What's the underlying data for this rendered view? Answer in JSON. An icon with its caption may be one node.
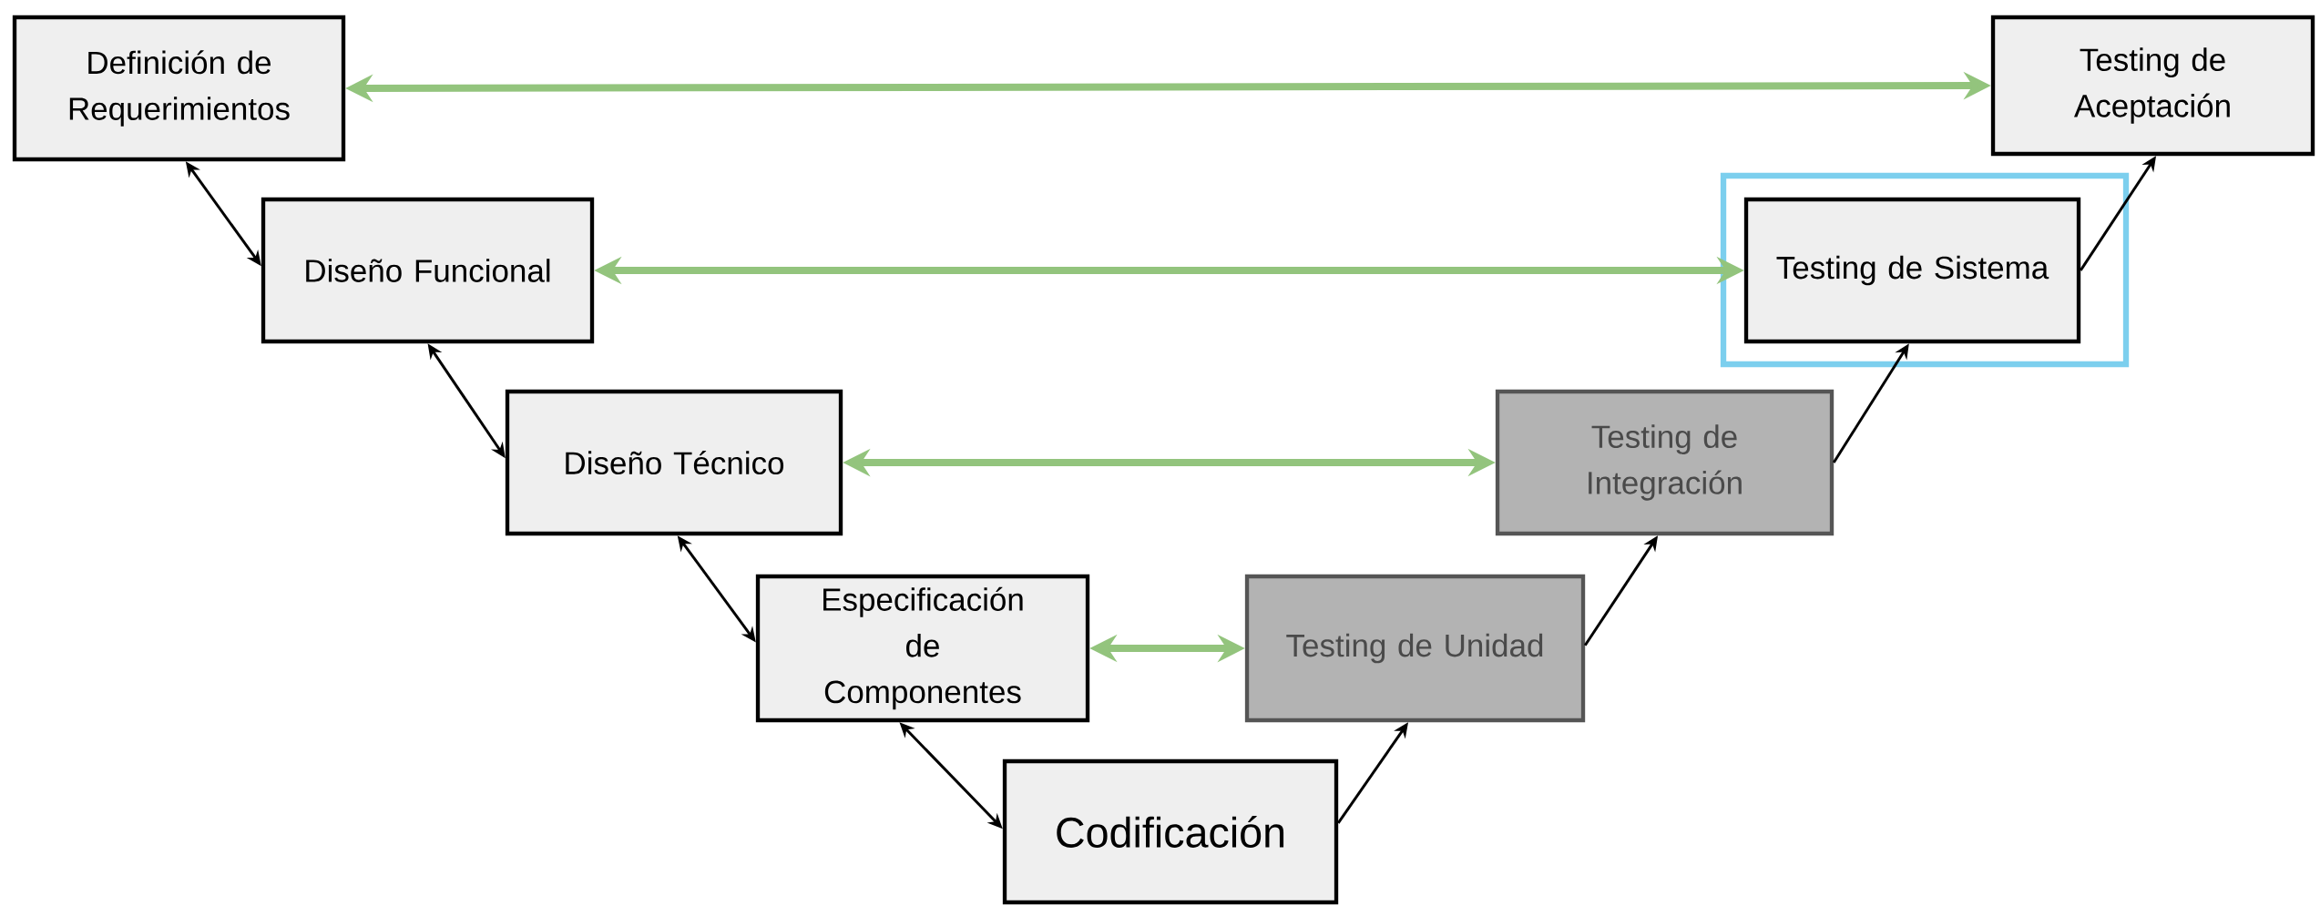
{
  "diagram": {
    "nodes": [
      {
        "text": [
          "Definición de Requerimientos"
        ]
      },
      {
        "text": [
          "Testing de Aceptación"
        ]
      },
      {
        "text": [
          "Diseño Funcional"
        ]
      },
      {
        "text": [
          "Testing de Sistema"
        ]
      },
      {
        "text": [
          "Diseño Técnico"
        ]
      },
      {
        "text": [
          "Testing de Integración"
        ]
      },
      {
        "text": [
          "Especificación de Componentes"
        ]
      },
      {
        "text": [
          "Testing de Unidad"
        ]
      },
      {
        "text": [
          "Codificación"
        ]
      }
    ],
    "edges": [
      {
        "from": 0,
        "to": 1,
        "arrow": "both",
        "style": "thick",
        "color": "#93c47d"
      },
      {
        "from": 0,
        "to": 2,
        "arrow": "both"
      },
      {
        "from": 2,
        "to": 3,
        "arrow": "both",
        "style": "thick",
        "color": "#93c47d"
      },
      {
        "from": 2,
        "to": 4,
        "arrow": "both"
      },
      {
        "from": 4,
        "to": 5,
        "arrow": "both",
        "style": "thick",
        "color": "#93c47d"
      },
      {
        "from": 4,
        "to": 6,
        "arrow": "both"
      },
      {
        "from": 6,
        "to": 7,
        "arrow": "both",
        "style": "thick",
        "color": "#93c47d"
      },
      {
        "from": 6,
        "to": 8,
        "arrow": "both"
      },
      {
        "from": 8,
        "to": 7,
        "arrow": "to"
      },
      {
        "from": 7,
        "to": 5,
        "arrow": "to"
      },
      {
        "from": 5,
        "to": 3,
        "arrow": "to"
      },
      {
        "from": 3,
        "to": 1,
        "arrow": "to"
      }
    ]
  }
}
